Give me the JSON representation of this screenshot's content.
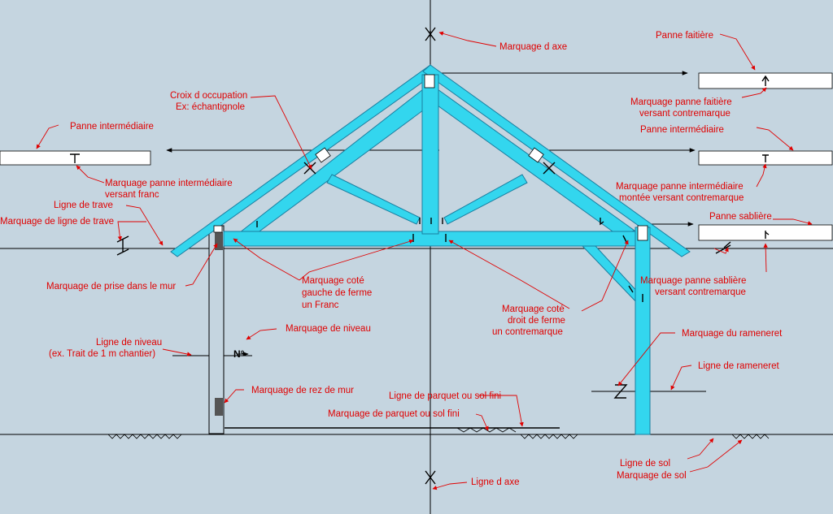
{
  "colors": {
    "background": "#c5d5e0",
    "timber": "#33d6ee",
    "timber_stroke": "#1a7ea0",
    "annotation": "#e00000",
    "line": "#000000",
    "purlin": "#ffffff"
  },
  "labels": {
    "axis_mark": "Marquage d axe",
    "ridge_purlin": "Panne faitière",
    "ridge_purlin_mark_1": "Marquage panne faitière",
    "ridge_purlin_mark_2": "versant contremarque",
    "occupation_1": "Croix d occupation",
    "occupation_2": "Ex: échantignole",
    "inter_purlin_left": "Panne intermédiaire",
    "inter_purlin_right": "Panne intermédiaire",
    "inter_mark_left_1": "Marquage panne intermédiaire",
    "inter_mark_left_2": "versant franc",
    "inter_mark_right_1": "Marquage panne intermédiaire",
    "inter_mark_right_2": "montée versant contremarque",
    "trave_line": "Ligne de trave",
    "trave_mark": "Marquage de ligne de trave",
    "wall_plate": "Panne sablière",
    "wall_plate_mark_1": "Marquage panne sablière",
    "wall_plate_mark_2": "versant contremarque",
    "wall_grip_mark": "Marquage de prise dans le mur",
    "left_side_1": "Marquage coté",
    "left_side_2": "gauche de ferme",
    "left_side_3": "un Franc",
    "right_side_1": "Marquage coté",
    "right_side_2": "droit de ferme",
    "right_side_3": "un contremarque",
    "level_line_1": "Ligne de niveau",
    "level_line_2": "(ex. Trait de 1 m chantier)",
    "level_mark": "Marquage de niveau",
    "level_mark_text": "N°",
    "rameneret_mark": "Marquage du rameneret",
    "rameneret_line": "Ligne de rameneret",
    "wall_base_mark": "Marquage de rez de mur",
    "floor_line": "Ligne de parquet ou sol fini",
    "floor_mark": "Marquage de parquet ou sol fini",
    "ground_line": "Ligne de sol",
    "ground_mark": "Marquage de sol",
    "axis_line": "Ligne d axe"
  }
}
